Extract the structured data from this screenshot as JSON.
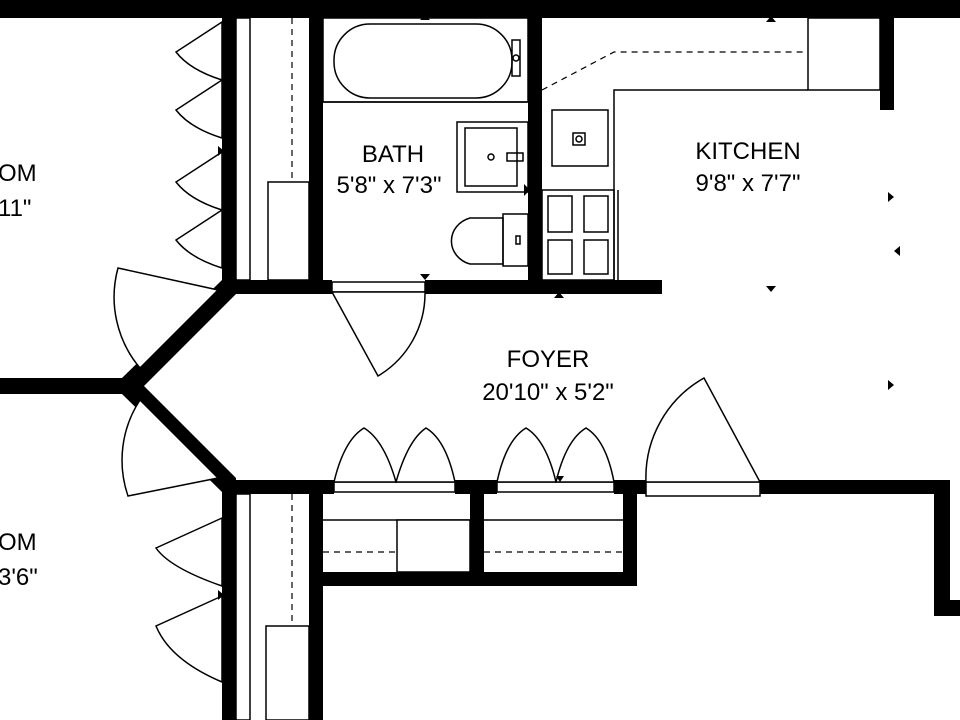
{
  "rooms": {
    "bath": {
      "name": "BATH",
      "dims": "5'8\" x 7'3\""
    },
    "kitchen": {
      "name": "KITCHEN",
      "dims": "9'8\" x 7'7\""
    },
    "foyer": {
      "name": "FOYER",
      "dims": "20'10\" x 5'2\""
    },
    "bedroom_top": {
      "name": "OM",
      "dims": "11\""
    },
    "bedroom_bottom": {
      "name": "OM",
      "dims": "3'6\""
    }
  },
  "colors": {
    "wall": "#000000",
    "background": "#ffffff"
  }
}
